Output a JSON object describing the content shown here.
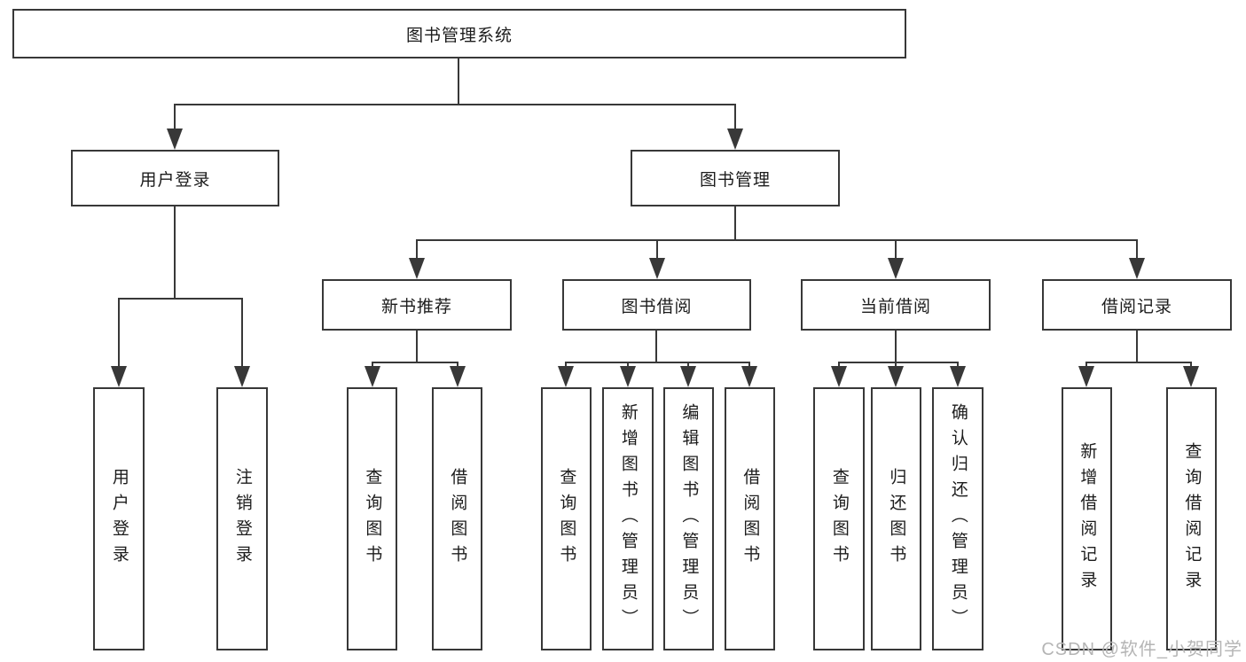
{
  "diagram_title": "图书管理系统",
  "root": {
    "label": "图书管理系统"
  },
  "branches": [
    {
      "label": "用户登录",
      "leaves": [
        {
          "label": "用户登录"
        },
        {
          "label": "注销登录"
        }
      ]
    },
    {
      "label": "图书管理",
      "modules": [
        {
          "label": "新书推荐",
          "leaves": [
            {
              "label": "查询图书"
            },
            {
              "label": "借阅图书"
            }
          ]
        },
        {
          "label": "图书借阅",
          "leaves": [
            {
              "label": "查询图书"
            },
            {
              "label": "新增图书（管理员）"
            },
            {
              "label": "编辑图书（管理员）"
            },
            {
              "label": "借阅图书"
            }
          ]
        },
        {
          "label": "当前借阅",
          "leaves": [
            {
              "label": "查询图书"
            },
            {
              "label": "归还图书"
            },
            {
              "label": "确认归还（管理员）"
            }
          ]
        },
        {
          "label": "借阅记录",
          "leaves": [
            {
              "label": "新增借阅记录"
            },
            {
              "label": "查询借阅记录"
            }
          ]
        }
      ]
    }
  ],
  "watermark": {
    "text": "CSDN @软件_小贺同学"
  },
  "colors": {
    "line": "#383838",
    "text": "#1c1c1c",
    "watermark": "#b5b5b5",
    "background": "#ffffff"
  }
}
